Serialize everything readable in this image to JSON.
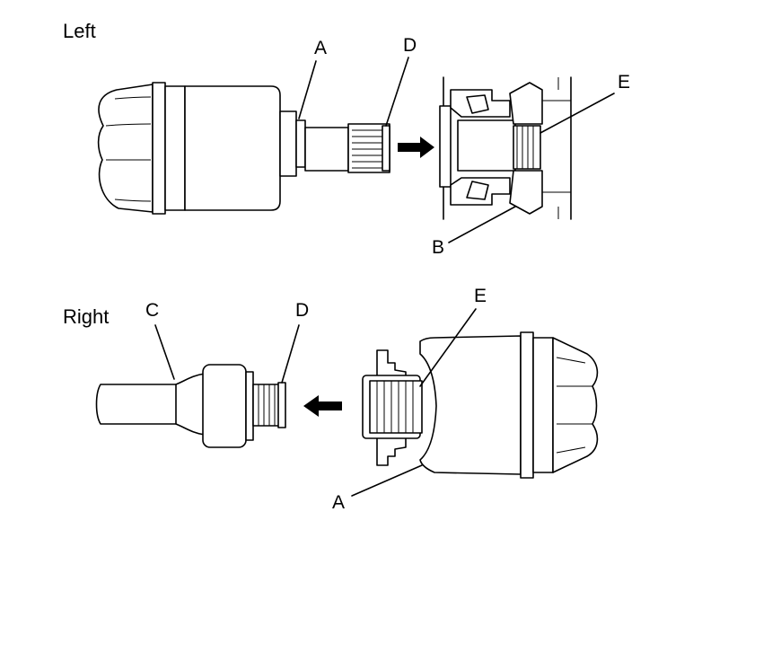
{
  "sections": {
    "left": "Left",
    "right": "Right"
  },
  "callouts": {
    "left_a": "A",
    "left_d": "D",
    "left_e": "E",
    "left_b": "B",
    "right_c": "C",
    "right_d": "D",
    "right_e": "E",
    "right_a": "A"
  }
}
